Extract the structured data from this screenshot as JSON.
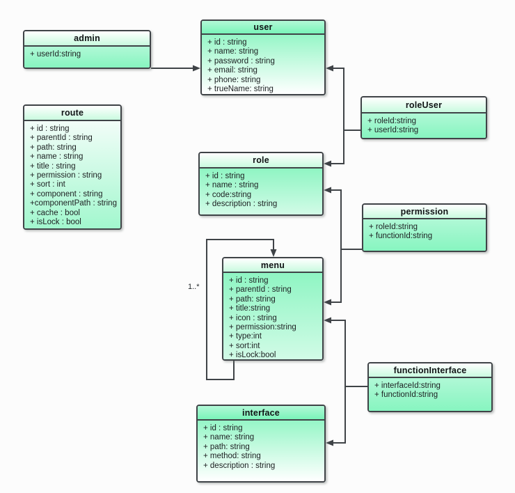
{
  "diagram": {
    "type": "uml-class-diagram",
    "multiplicity_label": "1..*",
    "classes": [
      {
        "name": "admin",
        "attributes": [
          "+ userId:string"
        ]
      },
      {
        "name": "user",
        "attributes": [
          "+ id : string",
          "+ name: string",
          "+ password : string",
          "+ email: string",
          "+ phone: string",
          "+ trueName: string"
        ]
      },
      {
        "name": "route",
        "attributes": [
          "+ id : string",
          "+ parentId : string",
          "+ path: string",
          "+ name : string",
          "+ title : string",
          "+ permission : string",
          "+ sort : int",
          "+ component : string",
          "+componentPath : string",
          "+ cache : bool",
          "+ isLock : bool"
        ]
      },
      {
        "name": "roleUser",
        "attributes": [
          "+ roleId:string",
          "+ userId:string"
        ]
      },
      {
        "name": "role",
        "attributes": [
          "+ id : string",
          "+ name : string",
          "+ code:string",
          "+ description : string"
        ]
      },
      {
        "name": "permission",
        "attributes": [
          "+ roleId:string",
          "+ functionId:string"
        ]
      },
      {
        "name": "menu",
        "attributes": [
          "+ id : string",
          "+ parentId : string",
          "+ path: string",
          "+ title:string",
          "+ icon : string",
          "+ permission:string",
          "+ type:int",
          "+ sort:int",
          "+ isLock:bool"
        ]
      },
      {
        "name": "functionInterface",
        "attributes": [
          "+ interfaceId:string",
          "+ functionId:string"
        ]
      },
      {
        "name": "interface",
        "attributes": [
          "+ id : string",
          "+ name: string",
          "+ path: string",
          "+ method: string",
          "+ description : string"
        ]
      }
    ],
    "relations": [
      {
        "from": "admin",
        "to": "user",
        "label": ""
      },
      {
        "from": "roleUser",
        "to": "user",
        "label": ""
      },
      {
        "from": "roleUser",
        "to": "role",
        "label": ""
      },
      {
        "from": "permission",
        "to": "role",
        "label": ""
      },
      {
        "from": "permission",
        "to": "menu",
        "label": ""
      },
      {
        "from": "functionInterface",
        "to": "menu",
        "label": ""
      },
      {
        "from": "functionInterface",
        "to": "interface",
        "label": ""
      },
      {
        "from": "menu",
        "to": "menu",
        "label": "1..*"
      }
    ],
    "colors": {
      "accent_green": "#7ff4bb",
      "header_light": "#c9fadf",
      "border": "#3f4347",
      "background": "#fcfcfc"
    }
  }
}
